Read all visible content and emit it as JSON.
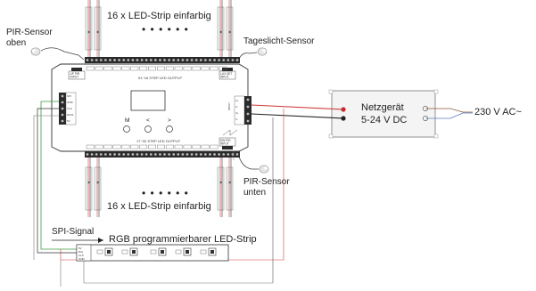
{
  "labels": {
    "top_strip": "16 x LED-Strip einfarbig",
    "bottom_strip": "16 x LED-Strip einfarbig",
    "dots": "• • • • • •",
    "pir_top_1": "PIR-Sensor",
    "pir_top_2": "oben",
    "daylight": "Tageslicht-Sensor",
    "pir_bottom_1": "PIR-Sensor",
    "pir_bottom_2": "unten",
    "psu_1": "Netzgerät",
    "psu_2": "5-24 V DC",
    "mains": "230 V AC~",
    "spi_signal": "SPI-Signal",
    "rgb_strip": "RGB programmierbarer LED-Strip"
  },
  "controller": {
    "up_pir_input": [
      "UP PIR",
      "INPUT"
    ],
    "lux_det_input": [
      "LUX DET",
      "INPUT"
    ],
    "dw_pir_input": [
      "DW PIR",
      "INPUT"
    ],
    "top_output": "01~16 STEP LED OUTPUT",
    "bottom_output": "17~32 STEP LED OUTPUT",
    "display": "",
    "buttons": [
      "M",
      "<",
      ">"
    ],
    "spi_pins": [
      "SPI",
      "GND",
      "CLK",
      "DATA",
      "5V"
    ],
    "power_pins": [
      "V+",
      "V-",
      "V+",
      "V-"
    ],
    "power_label": "INPUT"
  },
  "rgb_pins": [
    "5V",
    "D/A",
    "CLK",
    "GND"
  ],
  "colors": {
    "wire_red": "#d23a3a",
    "wire_black": "#222222",
    "wire_green": "#3a9a3a",
    "wire_blue": "#5a7fc0",
    "wire_gray": "#777777",
    "wire_brown": "#8a5a3a",
    "terminal": "#2a2a2a"
  }
}
